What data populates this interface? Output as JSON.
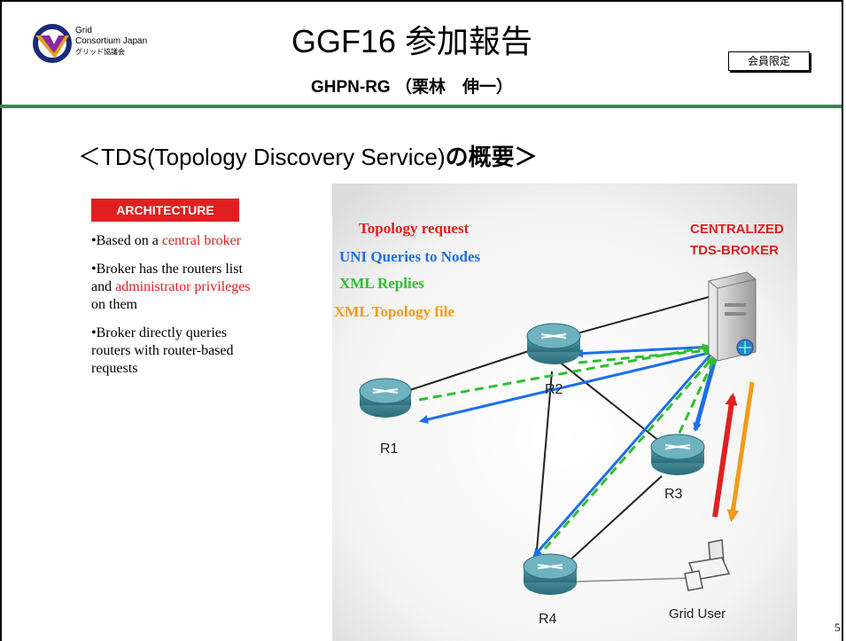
{
  "header": {
    "logo": {
      "line1": "Grid",
      "line2": "Consortium Japan",
      "line3": "グリッド協議会"
    },
    "title": "GGF16 参加報告",
    "subtitle_prefix": "GHPN-RG （",
    "subtitle_name": "栗林　伸一",
    "subtitle_suffix": "）",
    "badge": "会員限定"
  },
  "heading": {
    "prefix": "＜TDS(Topology Discovery Service)",
    "suffix": "の概要＞"
  },
  "architecture": {
    "label": "ARCHITECTURE",
    "bullets": [
      {
        "pre": "•Based on a ",
        "red": "central broker",
        "post": ""
      },
      {
        "pre": "•Broker has the routers list and ",
        "red": "administrator privileges",
        "post": " on them"
      },
      {
        "pre": "•Broker directly queries routers with router-based requests",
        "red": "",
        "post": ""
      }
    ]
  },
  "diagram": {
    "legend": [
      {
        "text": "Topology request",
        "color": "#e02020"
      },
      {
        "text": "UNI Queries to Nodes",
        "color": "#1e6fe8"
      },
      {
        "text": "XML Replies",
        "color": "#2ec02e"
      },
      {
        "text": "XML Topology file",
        "color": "#f59a1a"
      }
    ],
    "broker_label_1": "CENTRALIZED",
    "broker_label_2": "TDS-BROKER",
    "router_labels": [
      "R1",
      "R2",
      "R3",
      "R4"
    ],
    "user_label": "Grid User",
    "colors": {
      "red": "#e02020",
      "blue": "#1e6fe8",
      "green": "#2ec02e",
      "orange": "#f59a1a",
      "router": "#3f8a99"
    }
  },
  "page_number": "5"
}
